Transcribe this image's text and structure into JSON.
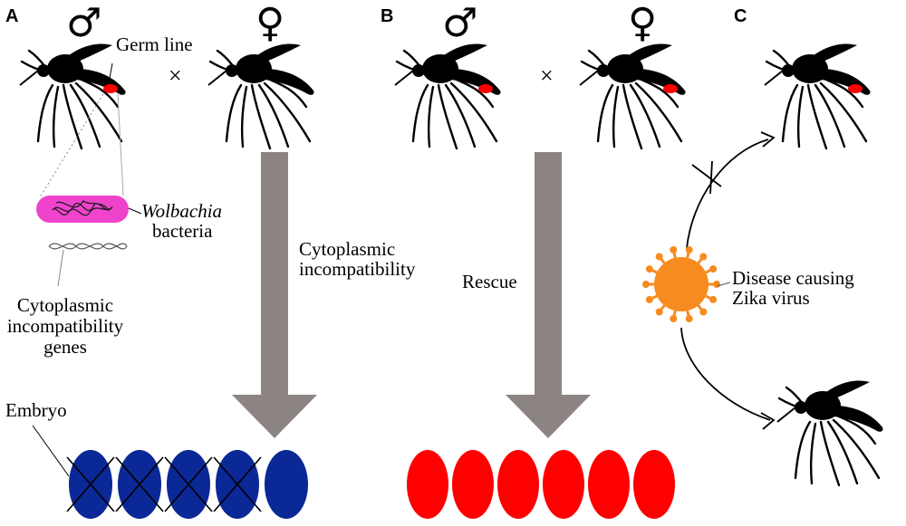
{
  "panels": {
    "a": "A",
    "b": "B",
    "c": "C"
  },
  "symbols": {
    "male": "♂",
    "female": "♀",
    "cross": "×"
  },
  "labels": {
    "germ_line": "Germ line",
    "wolbachia": "Wolbachia",
    "bacteria": "bacteria",
    "ci_genes_1": "Cytoplasmic",
    "ci_genes_2": "incompatibility",
    "ci_genes_3": "genes",
    "ci_arrow_1": "Cytoplasmic",
    "ci_arrow_2": "incompatibility",
    "rescue": "Rescue",
    "embryo": "Embryo",
    "virus_1": "Disease causing",
    "virus_2": "Zika virus"
  },
  "colors": {
    "mosquito": "#000000",
    "germ_line": "#ff0000",
    "wolbachia": "#ee44cc",
    "arrow": "#8c8483",
    "embryo_blue": "#0a2896",
    "embryo_red": "#ff0000",
    "virus": "#f68b1f"
  },
  "embryos": {
    "incompatible": {
      "count": 5,
      "crossed_out": 4
    },
    "rescued": {
      "count": 6,
      "crossed_out": 0
    }
  }
}
